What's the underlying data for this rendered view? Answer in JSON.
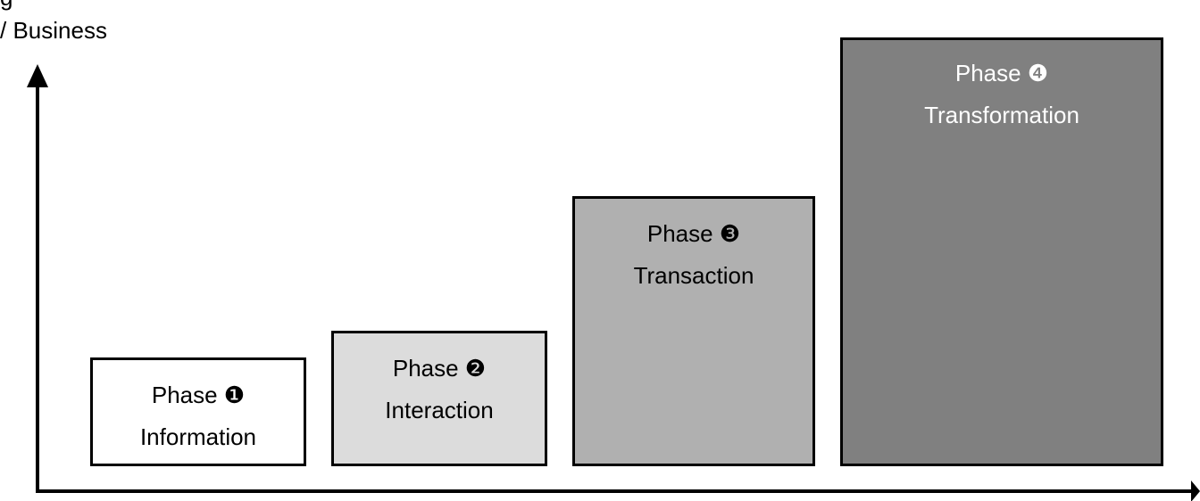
{
  "y_axis_title": {
    "line1": "g",
    "line2": "/ Business"
  },
  "phases": [
    {
      "heading": "Phase ❶",
      "name": "Information",
      "fill": "#ffffff",
      "text_color": "#000000"
    },
    {
      "heading": "Phase ❷",
      "name": "Interaction",
      "fill": "#dcdcdc",
      "text_color": "#000000"
    },
    {
      "heading": "Phase ❸",
      "name": "Transaction",
      "fill": "#b0b0b0",
      "text_color": "#000000"
    },
    {
      "heading": "Phase ❹",
      "name": "Transformation",
      "fill": "#808080",
      "text_color": "#ffffff"
    }
  ],
  "axes": {
    "color": "#000000",
    "y_arrow_icon": "arrow-up-icon",
    "x_arrow_icon": "arrow-right-icon"
  }
}
